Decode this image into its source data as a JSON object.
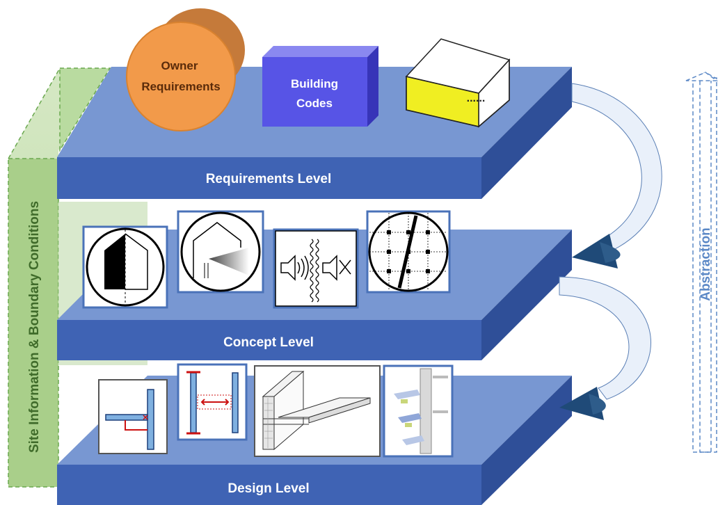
{
  "colors": {
    "platform_top": "#7897d2",
    "platform_front": "#3f63b4",
    "platform_side": "#2f4f98",
    "site_panel": "#a9cf8a",
    "site_border": "#6aa84f",
    "owner_circle": "#f29a4a",
    "codes_box": "#5754e6",
    "dots_box": "#f0ee22",
    "arrow": "#2e5c8a",
    "abstraction_text": "#5b88c6"
  },
  "levels": {
    "requirements": "Requirements Level",
    "concept": "Concept Level",
    "design": "Design Level"
  },
  "requirements_items": {
    "owner_line1": "Owner",
    "owner_line2": "Requirements",
    "codes_line1": "Building",
    "codes_line2": "Codes",
    "dots": "......"
  },
  "side_label": "Site Information & Boundary Conditions",
  "abstraction_label": "Abstraction",
  "concept_icons": [
    "daylight-facade-icon",
    "light-beam-house-icon",
    "acoustic-wall-icon",
    "structural-grid-icon"
  ],
  "design_icons": [
    "wall-joint-detail-icon",
    "wall-spacing-detail-icon",
    "slab-wall-3d-icon",
    "facade-section-icon"
  ]
}
